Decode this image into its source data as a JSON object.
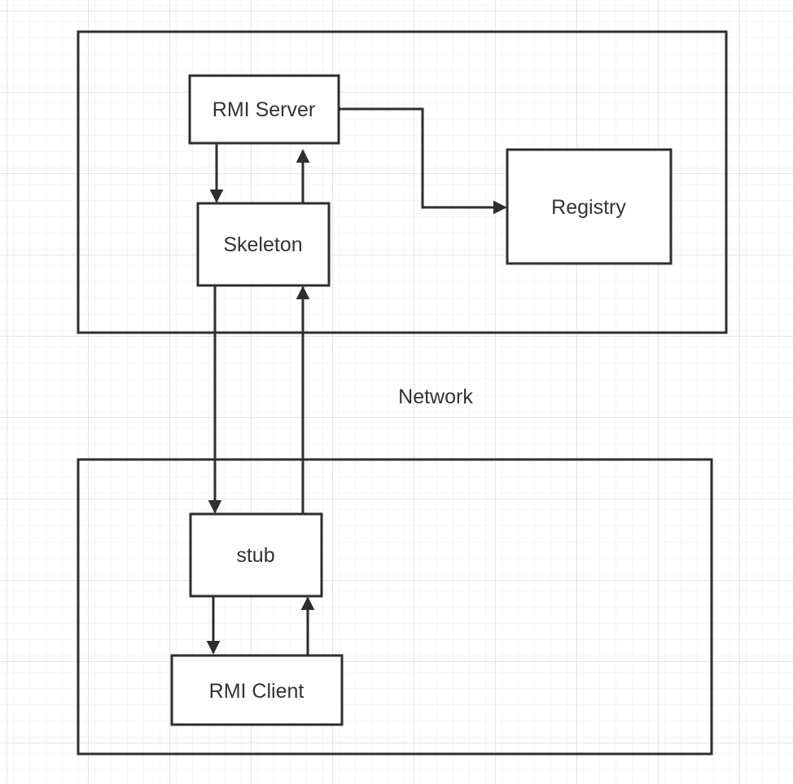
{
  "diagram": {
    "labels": {
      "rmi_server": "RMI Server",
      "registry": "Registry",
      "skeleton": "Skeleton",
      "network": "Network",
      "stub": "stub",
      "rmi_client": "RMI Client"
    },
    "colors": {
      "grid_fine": "#ececec",
      "grid_major": "#dcdcdc",
      "stroke": "#2e2e2e",
      "text": "#333333",
      "background": "#ffffff"
    }
  }
}
